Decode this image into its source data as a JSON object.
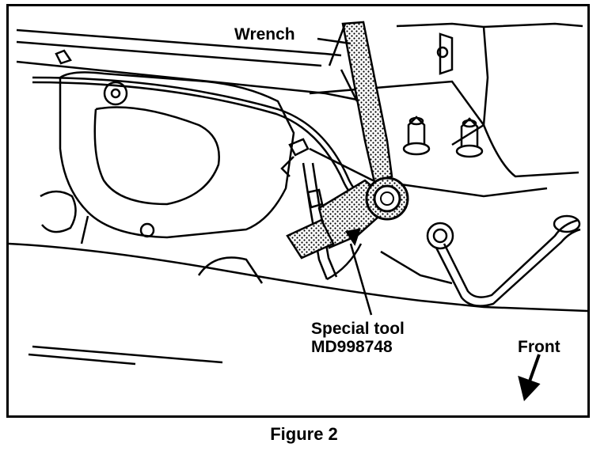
{
  "figure": {
    "caption": "Figure 2",
    "labels": {
      "wrench": "Wrench",
      "special_tool_line1": "Special tool",
      "special_tool_line2": "MD998748",
      "front": "Front"
    },
    "icons": [
      "wrench-tool",
      "special-tool-md998748",
      "front-direction-arrow"
    ],
    "colors": {
      "ink": "#000000",
      "paper": "#ffffff"
    }
  }
}
